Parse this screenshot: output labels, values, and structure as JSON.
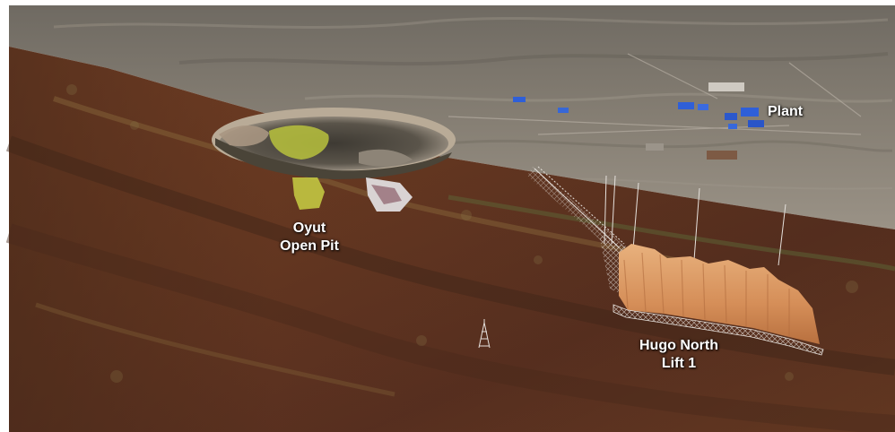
{
  "map": {
    "labels": {
      "plant": "Plant",
      "oyut_line1": "Oyut",
      "oyut_line2": "Open Pit",
      "hugo_line1": "Hugo North",
      "hugo_line2": "Lift 1"
    },
    "colors": {
      "surface": "#8a8378",
      "surface_far": "#716b62",
      "cross_section": "#6e3b22",
      "cross_section_dark": "#4c2a1a",
      "orebody": "#d99a66",
      "pit_ore": "#b9c23d",
      "buildings": "#2f5fd8",
      "label_text": "#ffffff"
    }
  }
}
